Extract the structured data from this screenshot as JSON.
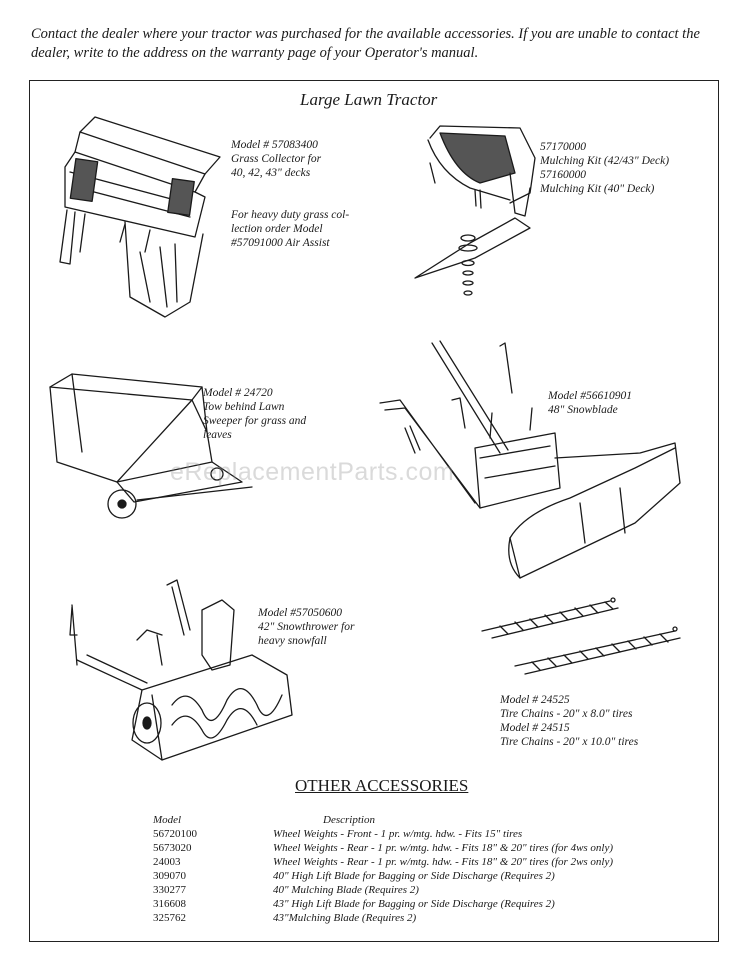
{
  "intro_text": "Contact the dealer where your tractor was purchased for the available accessories. If you are unable to contact the dealer, write to the address on the warranty page of your Operator's manual.",
  "section_title": "Large Lawn Tractor",
  "watermark": "eReplacementParts.com",
  "items": {
    "grass_collector": {
      "lines": [
        "Model # 57083400",
        "Grass Collector for",
        "40, 42, 43\" decks"
      ],
      "note_lines": [
        "For heavy duty grass col-",
        "lection order Model",
        "#57091000 Air Assist"
      ]
    },
    "mulching_kit": {
      "lines": [
        "57170000",
        "Mulching Kit (42/43\" Deck)",
        "57160000",
        "Mulching Kit (40\" Deck)"
      ]
    },
    "sweeper": {
      "lines": [
        "Model # 24720",
        "Tow behind Lawn",
        "Sweeper for grass and",
        "leaves"
      ]
    },
    "snowblade": {
      "lines": [
        "Model #56610901",
        "48\"  Snowblade"
      ]
    },
    "snowthrower": {
      "lines": [
        "Model #57050600",
        "42\"  Snowthrower for",
        "heavy snowfall"
      ]
    },
    "tire_chains": {
      "lines": [
        "Model # 24525",
        "Tire Chains - 20\" x 8.0\" tires",
        "Model # 24515",
        "Tire Chains - 20\" x 10.0\" tires"
      ]
    }
  },
  "other_accessories": {
    "title": "OTHER ACCESSORIES",
    "col_model": "Model",
    "col_description": "Description",
    "rows": [
      {
        "model": "56720100",
        "description": "Wheel Weights - Front - 1 pr. w/mtg. hdw. - Fits 15\" tires"
      },
      {
        "model": "5673020",
        "description": "Wheel Weights - Rear - 1 pr. w/mtg. hdw. - Fits 18\" & 20\" tires (for 4ws only)"
      },
      {
        "model": "24003",
        "description": "Wheel Weights - Rear - 1 pr. w/mtg. hdw. - Fits 18\" & 20\" tires (for 2ws only)"
      },
      {
        "model": "309070",
        "description": "40\" High Lift Blade for Bagging or Side Discharge (Requires 2)"
      },
      {
        "model": "330277",
        "description": "40\" Mulching Blade (Requires 2)"
      },
      {
        "model": "316608",
        "description": "43\" High Lift Blade for Bagging or Side Discharge (Requires 2)"
      },
      {
        "model": "325762",
        "description": "43\"Mulching Blade (Requires 2)"
      }
    ]
  }
}
